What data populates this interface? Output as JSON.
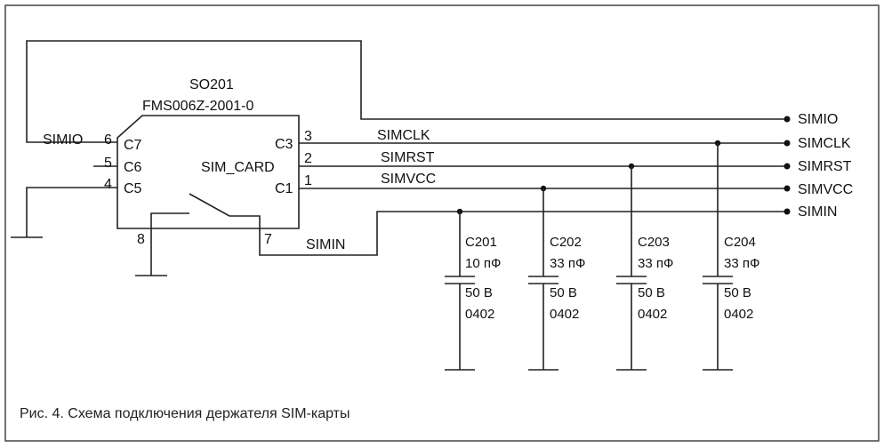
{
  "component": {
    "ref": "SO201",
    "part": "FMS006Z-2001-0",
    "name": "SIM_CARD"
  },
  "pins": {
    "p6": "6",
    "c7": "C7",
    "p5": "5",
    "c6": "C6",
    "p4": "4",
    "c5": "C5",
    "p3": "3",
    "c3": "C3",
    "p2": "2",
    "p1": "1",
    "c1": "C1",
    "p8": "8",
    "p7": "7"
  },
  "nets": {
    "simio": "SIMIO",
    "simclk": "SIMCLK",
    "simrst": "SIMRST",
    "simvcc": "SIMVCC",
    "simin": "SIMIN"
  },
  "capacitors": [
    {
      "ref": "C201",
      "value": "10 пФ",
      "voltage": "50 В",
      "size": "0402"
    },
    {
      "ref": "C202",
      "value": "33 пФ",
      "voltage": "50 В",
      "size": "0402"
    },
    {
      "ref": "C203",
      "value": "33 пФ",
      "voltage": "50 В",
      "size": "0402"
    },
    {
      "ref": "C204",
      "value": "33 пФ",
      "voltage": "50 В",
      "size": "0402"
    }
  ],
  "caption": "Рис. 4. Схема подключения держателя SIM-карты"
}
